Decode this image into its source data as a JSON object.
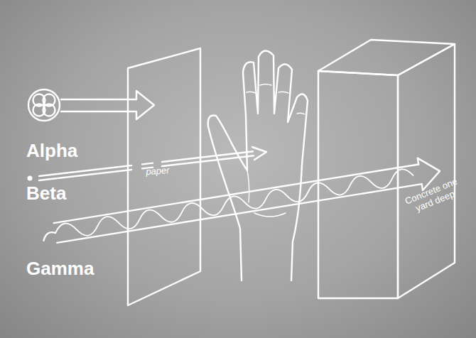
{
  "diagram": {
    "nodes": [
      {
        "text": [
          "paper"
        ]
      },
      {
        "text": [
          "Concrete one yard deep"
        ]
      }
    ],
    "labels": [
      "Alpha",
      "Beta",
      "Gamma"
    ]
  }
}
